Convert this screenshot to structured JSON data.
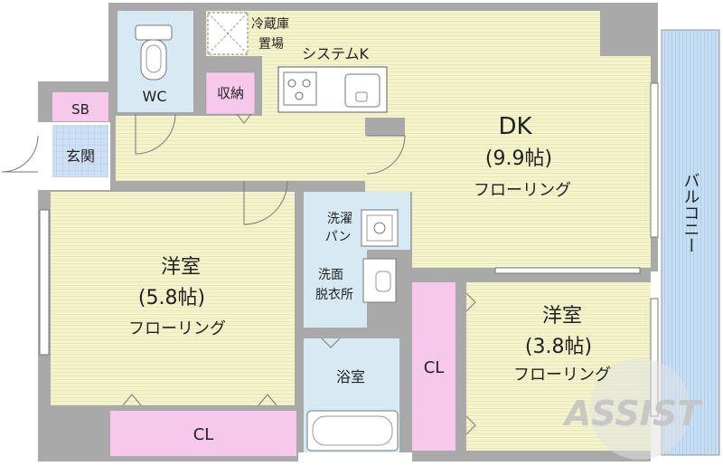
{
  "rooms": {
    "refrigerator": {
      "line1": "冷蔵庫",
      "line2": "置場"
    },
    "kitchen": "システムK",
    "wc": "WC",
    "storage": "収納",
    "shoe_box": "SB",
    "entrance": "玄関",
    "dk": {
      "name": "DK",
      "size": "(9.9帖)",
      "floor": "フローリング"
    },
    "western_left": {
      "name": "洋室",
      "size": "(5.8帖)",
      "floor": "フローリング"
    },
    "western_right": {
      "name": "洋室",
      "size": "(3.8帖)",
      "floor": "フローリング"
    },
    "laundry": {
      "line1": "洗濯",
      "line2": "パン"
    },
    "washroom": {
      "line1": "洗面",
      "line2": "脱衣所"
    },
    "bathroom": "浴室",
    "closet_bottom": "CL",
    "closet_middle": "CL",
    "balcony": "バルコニー"
  },
  "watermark": "ASSIST",
  "colors": {
    "wall": "#a9a9a9",
    "flooring": "#f4f4cc",
    "tile": "#d7eaf4",
    "balcony": "#c6dff4",
    "closet": "#f5c8ec",
    "entrance_tile": "#cfe0f6"
  }
}
